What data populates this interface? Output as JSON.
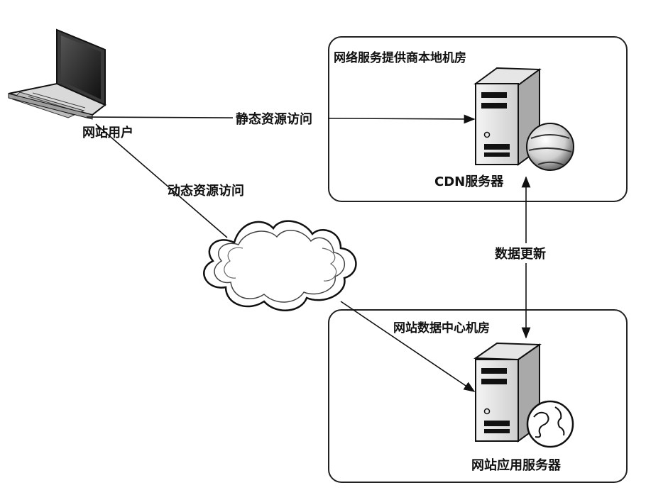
{
  "diagram": {
    "nodes": {
      "user": {
        "label": "网站用户",
        "icon": "laptop-icon"
      },
      "cdn_room": {
        "title": "网络服务提供商本地机房"
      },
      "cdn_server": {
        "label": "CDN服务器",
        "icon": "server-icon"
      },
      "cloud": {
        "icon": "internet-cloud-icon"
      },
      "datacenter_room": {
        "title": "网站数据中心机房"
      },
      "app_server": {
        "label": "网站应用服务器",
        "icon": "server-icon"
      }
    },
    "edges": {
      "static_access": {
        "label": "静态资源访问"
      },
      "dynamic_access": {
        "label": "动态资源访问"
      },
      "data_update": {
        "label": "数据更新"
      }
    },
    "colors": {
      "line": "#111111",
      "box": "#222222",
      "background": "#ffffff"
    }
  }
}
